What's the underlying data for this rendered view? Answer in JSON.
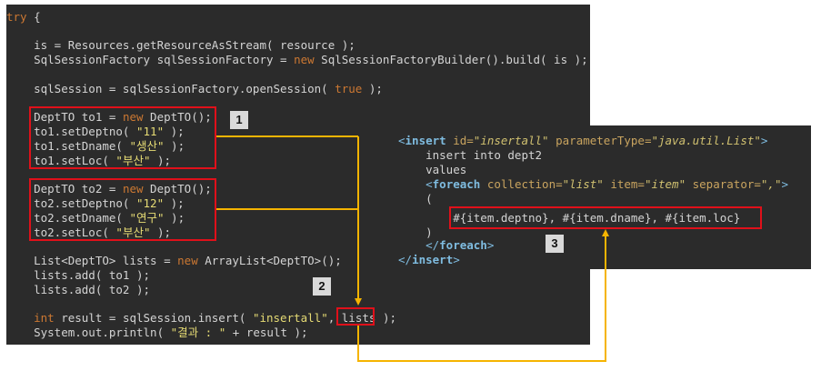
{
  "left_code": {
    "l1": {
      "kw": "try",
      "rest": " {"
    },
    "l2": "    is = Resources.getResourceAsStream( resource );",
    "l3": {
      "a": "    SqlSessionFactory sqlSessionFactory = ",
      "kw": "new",
      "b": " SqlSessionFactoryBuilder().build( is );"
    },
    "l4": {
      "a": "    sqlSession = sqlSessionFactory.openSession( ",
      "kw": "true",
      "b": " );"
    },
    "l5": {
      "a": "    DeptTO to1 = ",
      "kw": "new",
      "b": " DeptTO();"
    },
    "l6": {
      "a": "    to1.setDeptno( ",
      "s": "\"11\"",
      "b": " );"
    },
    "l7": {
      "a": "    to1.setDname( ",
      "s": "\"생산\"",
      "b": " );"
    },
    "l8": {
      "a": "    to1.setLoc( ",
      "s": "\"부산\"",
      "b": " );"
    },
    "l9": {
      "a": "    DeptTO to2 = ",
      "kw": "new",
      "b": " DeptTO();"
    },
    "l10": {
      "a": "    to2.setDeptno( ",
      "s": "\"12\"",
      "b": " );"
    },
    "l11": {
      "a": "    to2.setDname( ",
      "s": "\"연구\"",
      "b": " );"
    },
    "l12": {
      "a": "    to2.setLoc( ",
      "s": "\"부산\"",
      "b": " );"
    },
    "l13": {
      "a": "    List<DeptTO> lists = ",
      "kw": "new",
      "b": " ArrayList<DeptTO>();"
    },
    "l14": "    lists.add( to1 );",
    "l15": "    lists.add( to2 );",
    "l16": {
      "pre": "    ",
      "kw": "int",
      "a": " result = sqlSession.insert( ",
      "s": "\"insertall\"",
      "b": ", lists );"
    },
    "l17": {
      "a": "    System.out.println( ",
      "s": "\"결과 : \"",
      "b": " + result );"
    }
  },
  "xml_code": {
    "x1": {
      "open": "<",
      "tag": "insert",
      "a1": " id=",
      "v1": "\"insertall\"",
      "a2": " parameterType=",
      "v2": "\"java.util.List\"",
      "close": ">"
    },
    "x2": "    insert into dept2",
    "x3": "    values",
    "x4": {
      "pre": "    <",
      "tag": "foreach",
      "a1": " collection=",
      "v1": "\"list\"",
      "a2": " item=",
      "v2": "\"item\"",
      "a3": " separator=",
      "v3": "\",\"",
      "close": ">"
    },
    "x5": "    (",
    "x6": "        #{item.deptno}, #{item.dname}, #{item.loc}",
    "x7": "    )",
    "x8": {
      "pre": "    </",
      "tag": "foreach",
      "close": ">"
    },
    "x9": {
      "pre": "</",
      "tag": "insert",
      "close": ">"
    }
  },
  "badges": {
    "b1": "1",
    "b2": "2",
    "b3": "3"
  },
  "colors": {
    "panel": "#2b2b2b",
    "highlight": "#e0101a",
    "arrow": "#f5b400"
  }
}
